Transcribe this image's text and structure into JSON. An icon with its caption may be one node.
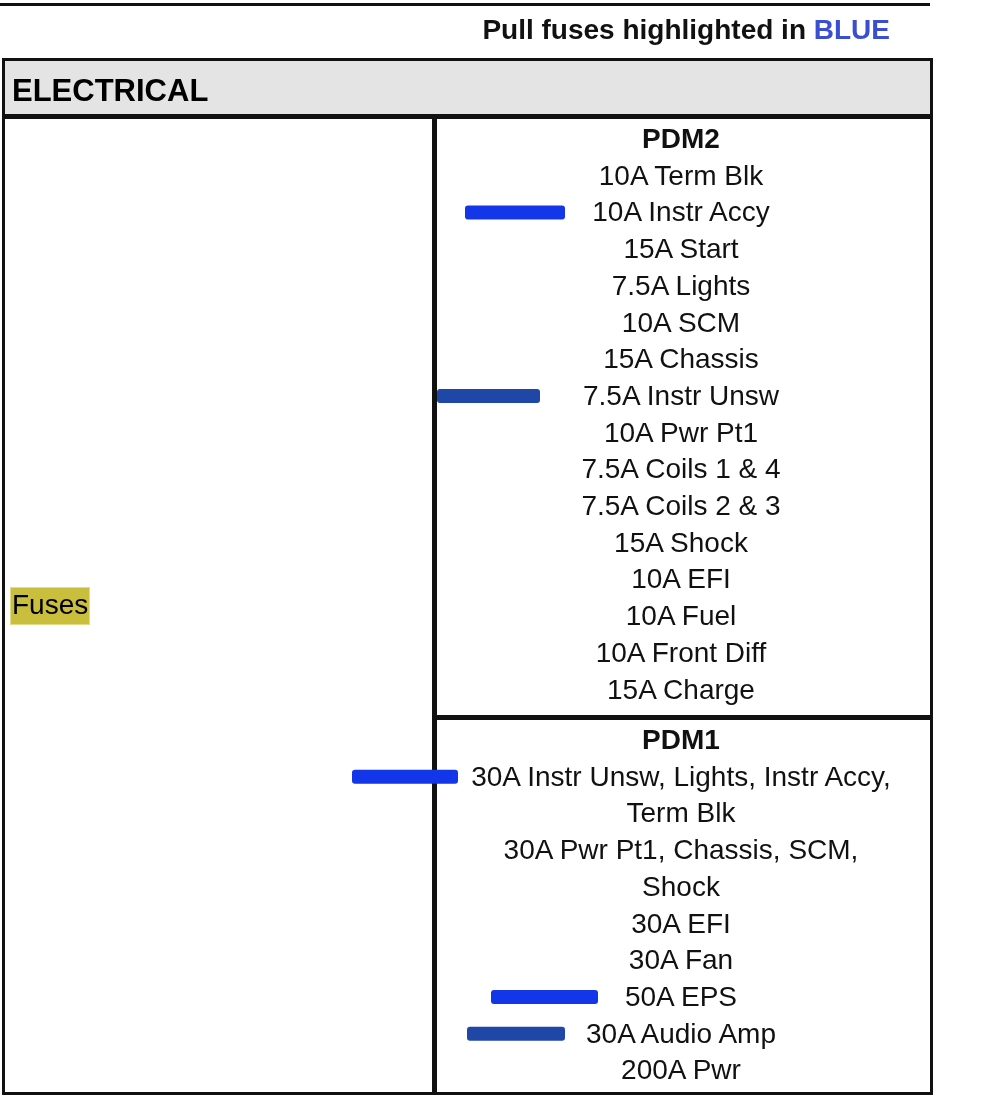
{
  "diagram": {
    "title": "Pull fuses highlighted in BLUE",
    "labels": [
      "ELECTRICAL",
      "Fuses",
      "PDM2",
      "10A Term Blk",
      "10A Instr Accy",
      "15A Start",
      "7.5A Lights",
      "10A SCM",
      "15A Chassis",
      "7.5A Instr Unsw",
      "10A Pwr Pt1",
      "7.5A Coils 1 & 4",
      "7.5A Coils 2 & 3",
      "15A Shock",
      "10A EFI",
      "10A Fuel",
      "10A Front Diff",
      "15A Charge",
      "PDM1",
      "30A Instr Unsw, Lights, Instr Accy, Term Blk",
      "30A Pwr Pt1, Chassis, SCM, Shock",
      "30A EFI",
      "30A Fan",
      "50A EPS",
      "30A Audio Amp",
      "200A Pwr"
    ]
  }
}
